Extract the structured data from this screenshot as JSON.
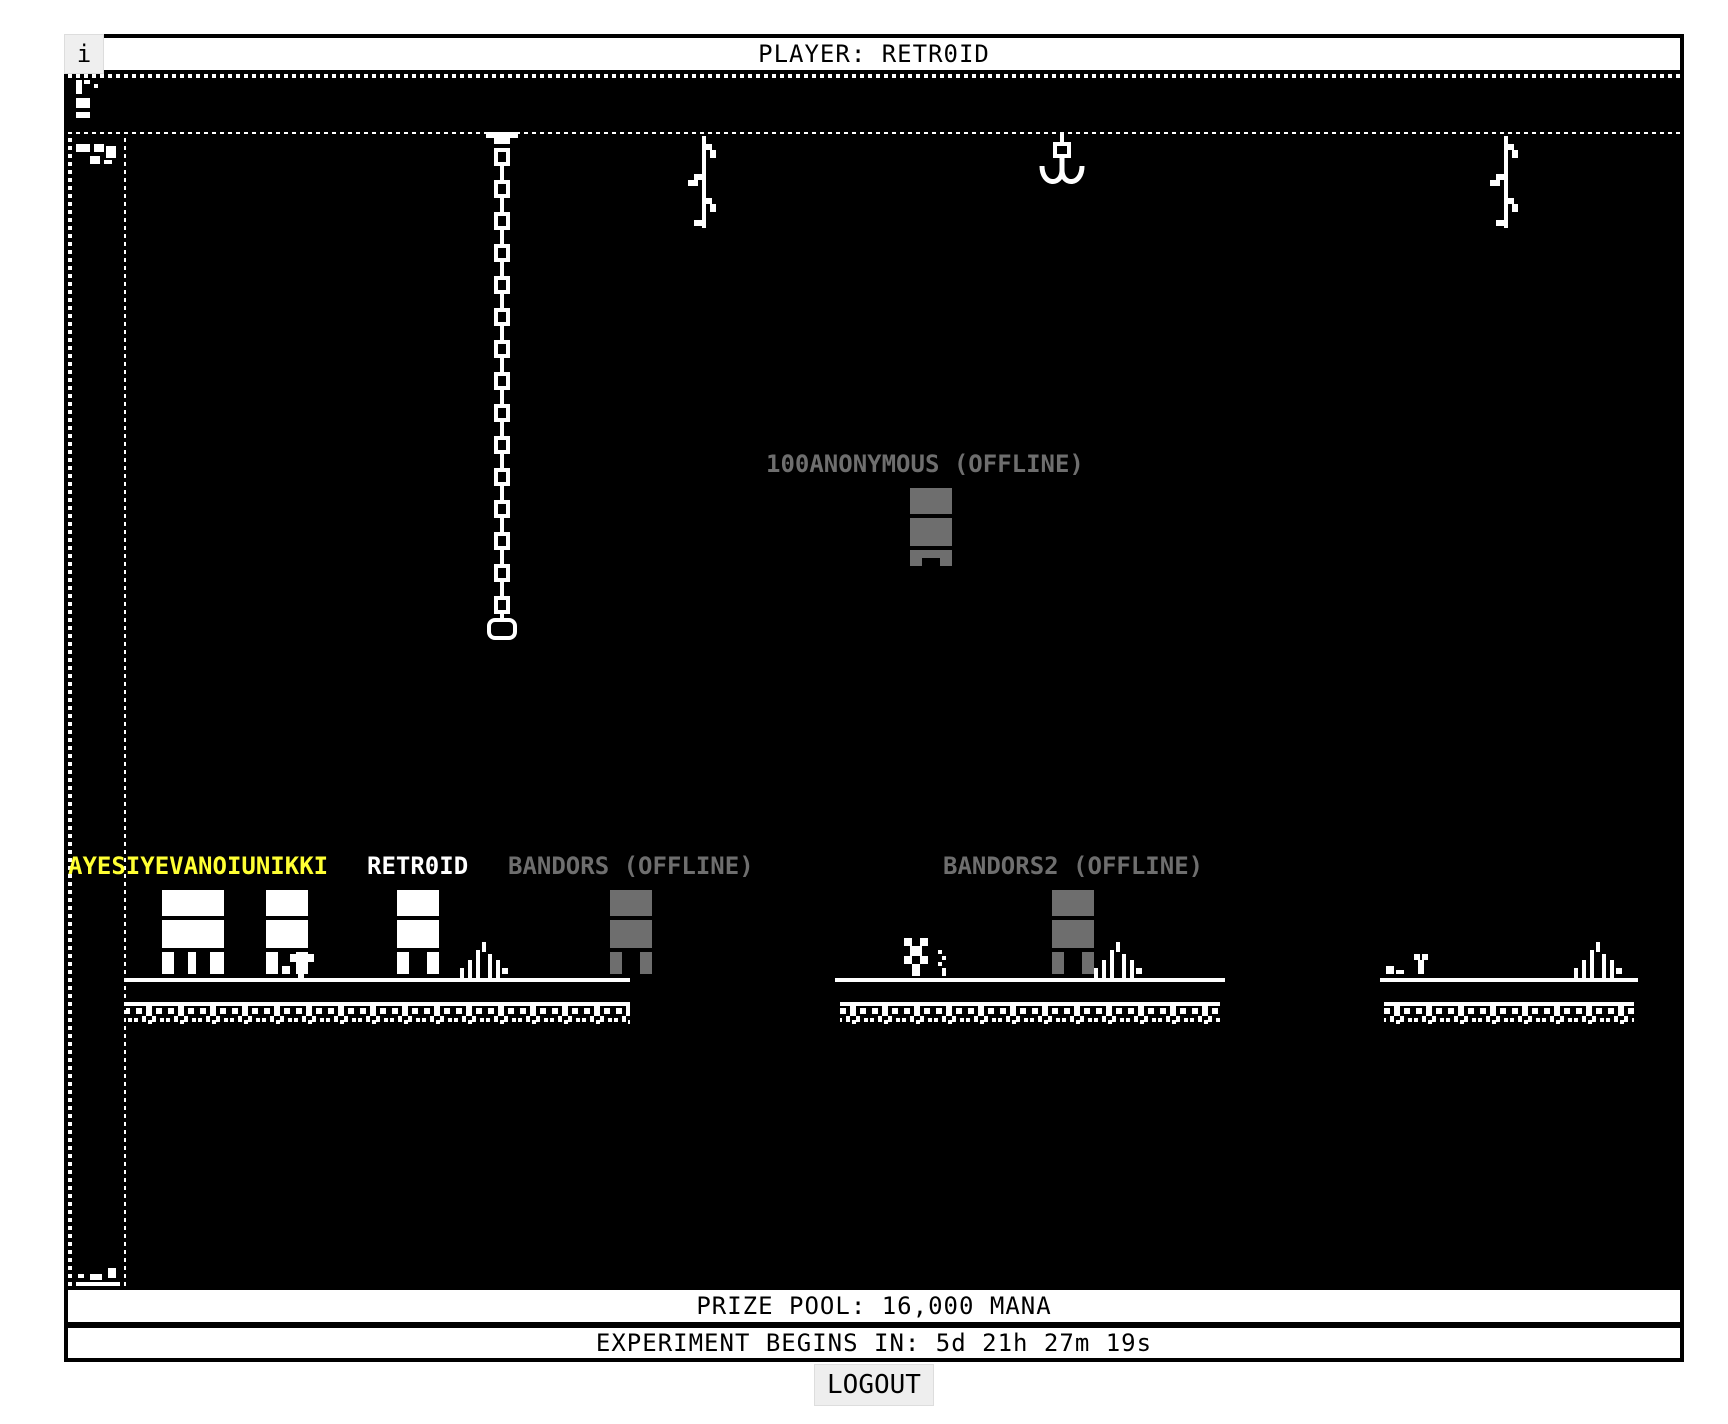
{
  "header": {
    "player_label": "PLAYER: RETR0ID"
  },
  "info_button": {
    "label": "i"
  },
  "players": [
    {
      "id": "anon",
      "name": "100ANONYMOUS (OFFLINE)",
      "status": "offline",
      "color": "#6e6e6e"
    },
    {
      "id": "ayes",
      "name": "AYESIYEVANOIUNIKKI",
      "status": "overlap",
      "color": "#ffff33"
    },
    {
      "id": "retroid",
      "name": "RETR0ID",
      "status": "self",
      "color": "#ffffff"
    },
    {
      "id": "bandors",
      "name": "BANDORS (OFFLINE)",
      "status": "offline",
      "color": "#6e6e6e"
    },
    {
      "id": "bandors2",
      "name": "BANDORS2 (OFFLINE)",
      "status": "offline",
      "color": "#6e6e6e"
    }
  ],
  "footer": {
    "prize_pool": "PRIZE POOL: 16,000 MANA",
    "countdown": "EXPERIMENT BEGINS IN: 5d 21h 27m 19s",
    "logout_label": "LOGOUT"
  },
  "colors": {
    "background": "#000000",
    "foreground": "#ffffff",
    "offline": "#6e6e6e",
    "highlight": "#ffff33"
  },
  "icons": [
    "chain-icon",
    "vine-icon",
    "hook-icon",
    "grass-icon",
    "flower-icon"
  ]
}
